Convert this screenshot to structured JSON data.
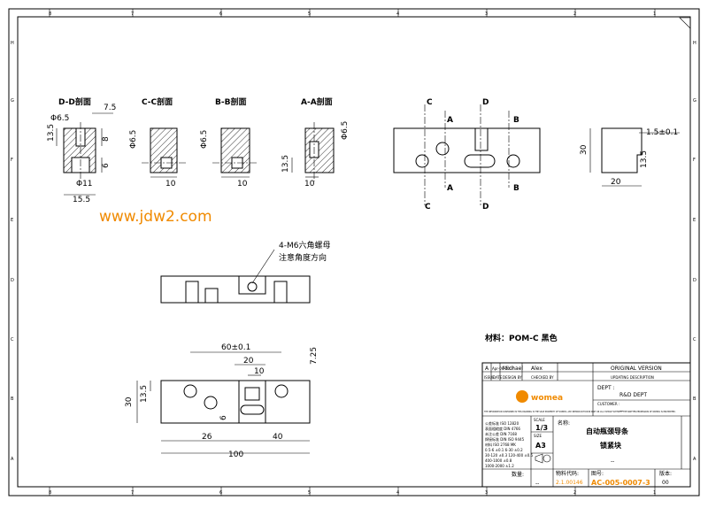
{
  "watermark": "www.jdw2.com",
  "border": {
    "top_numbers": [
      "8",
      "7",
      "6",
      "5",
      "4",
      "3",
      "2",
      "1"
    ],
    "bottom_numbers": [
      "8",
      "7",
      "6",
      "5",
      "4",
      "3",
      "2",
      "1"
    ],
    "side_letters": [
      "H",
      "G",
      "F",
      "E",
      "D",
      "C",
      "B",
      "A"
    ]
  },
  "sections": {
    "dd": "D-D剖面",
    "cc": "C-C剖面",
    "bb": "B-B剖面",
    "aa": "A-A剖面"
  },
  "markers": {
    "c": "C",
    "a": "A",
    "d": "D",
    "b": "B"
  },
  "dims": {
    "dd_phi65": "Φ6.5",
    "dd_75": "7.5",
    "dd_135": "13.5",
    "dd_8": "8",
    "dd_6": "6",
    "dd_phi11": "Φ11",
    "dd_155": "15.5",
    "cc_phi65": "Φ6.5",
    "cc_10": "10",
    "bb_phi65": "Φ6.5",
    "bb_10": "10",
    "aa_phi65": "Φ6.5",
    "aa_135": "13.5",
    "aa_10": "10",
    "side_15": "1.5±0.1",
    "side_30": "30",
    "side_135": "13.5",
    "side_20": "20",
    "top_60": "60±0.1",
    "top_20": "20",
    "top_10": "10",
    "top_725": "7.25",
    "top_135": "13.5",
    "top_30": "30",
    "top_6": "6",
    "top_26": "26",
    "top_40": "40",
    "top_100": "100"
  },
  "note": {
    "line1": "4-M6六角螺母",
    "line2": "注意角度方向"
  },
  "material": "材料：POM-C 黑色",
  "title_block": {
    "row1": [
      "A",
      "Apr-09-2017",
      "Michael",
      "Alex",
      "ORIGINAL VERSION"
    ],
    "row2": [
      "ISSUE",
      "DATE",
      "DESIGN BY",
      "CHECKED BY",
      "UPDATING DESCRIPTION"
    ],
    "logo": "womea",
    "dept_label": "DEPT :",
    "dept_value": "R&D DEPT",
    "customer_label": "CUSTOMER :",
    "customer_value": "--",
    "disclaimer": "THE INFORMATION CONTAINED IN THIS DRAWING IS THE SOLE PROPERTY OF WOMEA. ANY REPRODUCTION IN PART OR AS A WHOLE WITHOUT THE WRITTEN PERMISSION OF WOMEA IS PROHIBITED.",
    "standards": [
      "公差标准 ISO 12820",
      "表面粗糙度 DIN 4766",
      "未注公差 DIN 7168",
      "焊接标准 DIN ISO 9445",
      "材料 ISO 2768 MK",
      "0.5-6 ±0.1  6-30 ±0.2",
      "30-120 ±0.3  120-400 ±0.5",
      "400-1000 ±0.8",
      "1000-2000 ±1.2"
    ],
    "scale_label": "SCALE",
    "scale_value": "1/3",
    "size_label": "SIZE",
    "size_value": "A3",
    "name_label": "名称:",
    "name_line1": "自动瓶颈导条",
    "name_line2": "锁紧块",
    "sub_value": "--",
    "qty_label": "数量:",
    "qty_value": "--",
    "matcode_label": "物料代码:",
    "matcode_value": "2.1.00146",
    "drawing_label": "图号:",
    "drawing_value": "AC-005-0007-3",
    "version_label": "版本:",
    "version_value": "00"
  }
}
